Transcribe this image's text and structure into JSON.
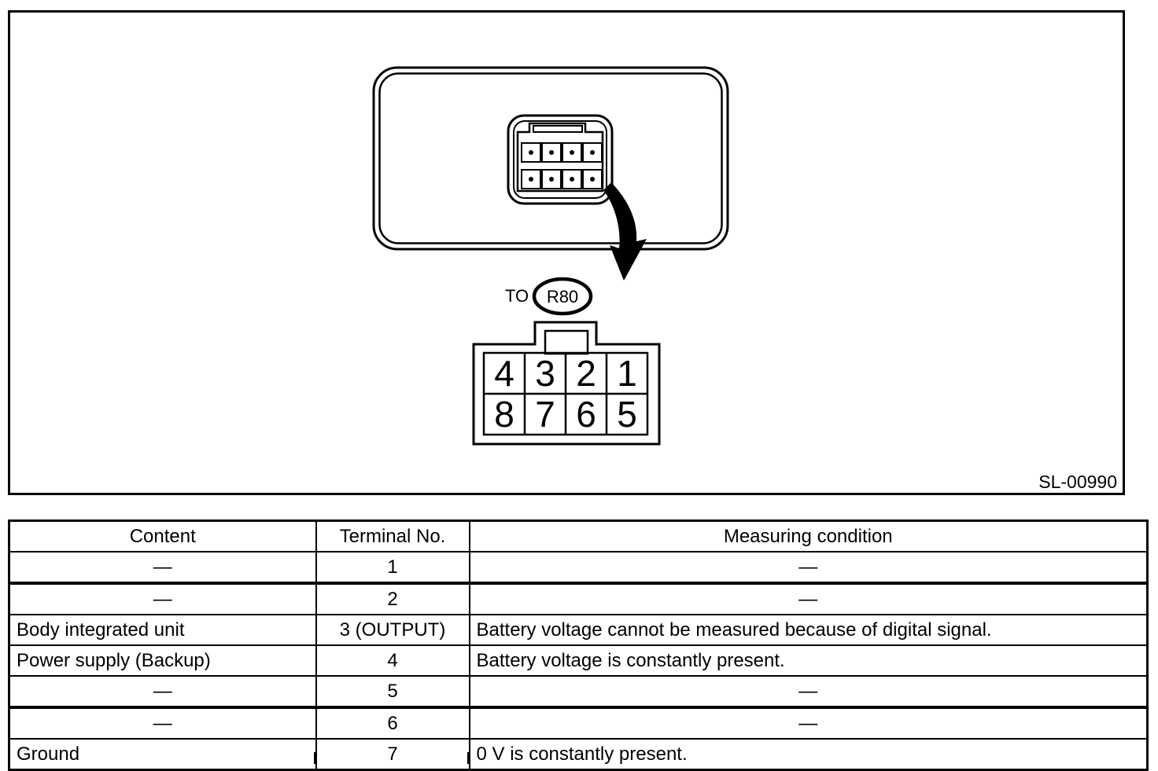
{
  "colors": {
    "ink": "#000000",
    "paper": "#ffffff"
  },
  "figure": {
    "to_label": "TO",
    "connector_ref": "R80",
    "figure_code": "SL-00990",
    "pinout_rows": [
      [
        "4",
        "3",
        "2",
        "1"
      ],
      [
        "8",
        "7",
        "6",
        "5"
      ]
    ]
  },
  "table": {
    "headers": [
      "Content",
      "Terminal No.",
      "Measuring condition"
    ],
    "rows": [
      {
        "content": "—",
        "terminal": "1",
        "condition": "—"
      },
      {
        "content": "—",
        "terminal": "2",
        "condition": "—"
      },
      {
        "content": "Body integrated unit",
        "terminal": "3 (OUTPUT)",
        "condition": "Battery voltage cannot be measured because of digital signal."
      },
      {
        "content": "Power supply (Backup)",
        "terminal": "4",
        "condition": "Battery voltage is constantly present."
      },
      {
        "content": "—",
        "terminal": "5",
        "condition": "—"
      },
      {
        "content": "—",
        "terminal": "6",
        "condition": "—"
      },
      {
        "content": "Ground",
        "terminal": "7",
        "condition": "0 V is constantly present."
      }
    ]
  }
}
